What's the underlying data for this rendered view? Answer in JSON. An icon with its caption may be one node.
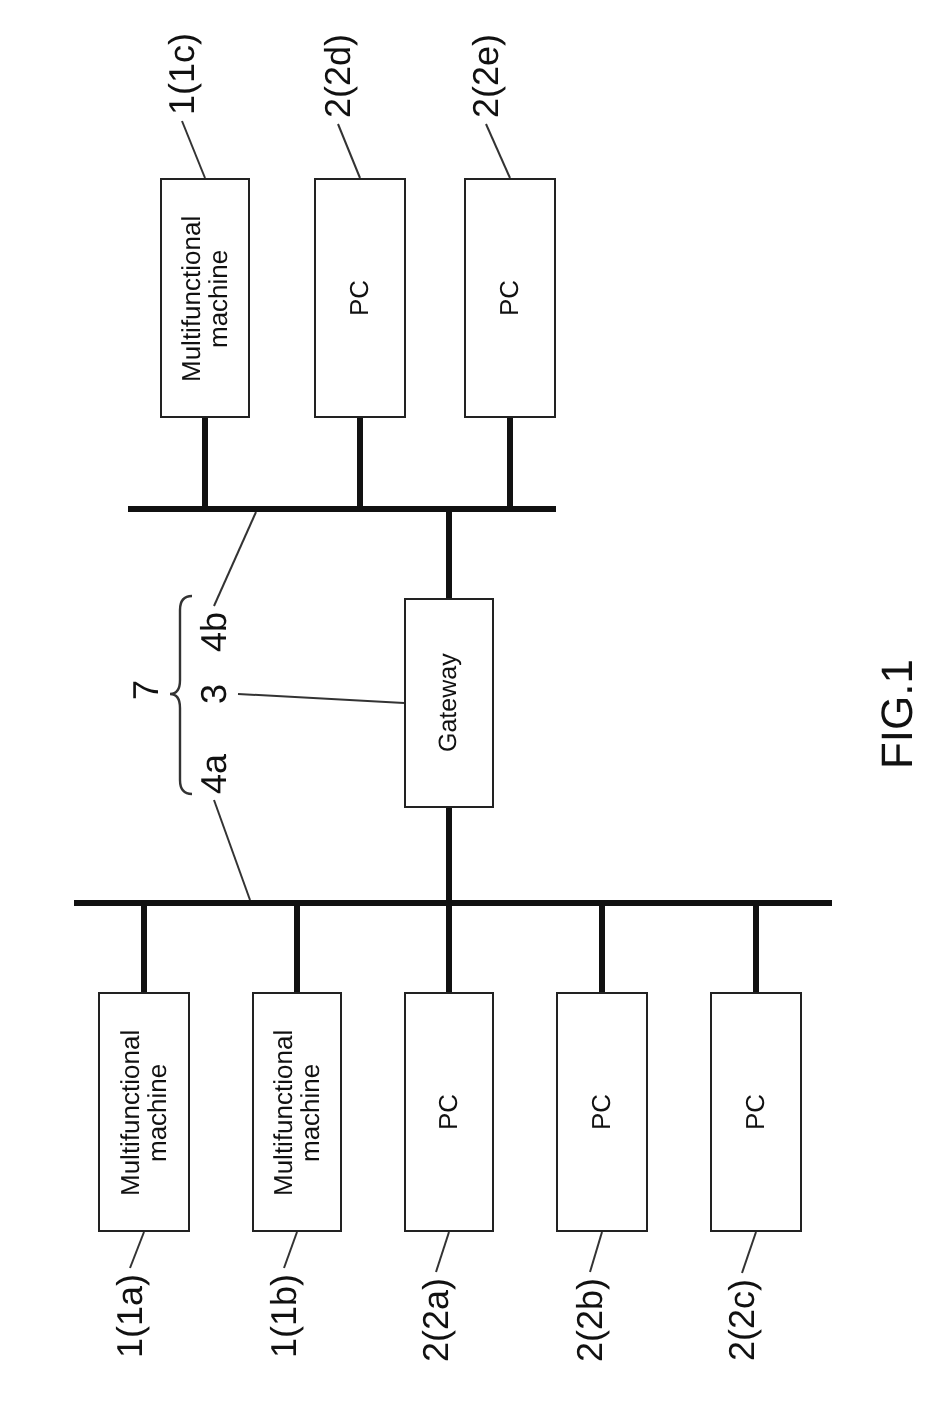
{
  "diagram": {
    "caption": "FIG.1",
    "nodes": [
      {
        "text": [
          "1(1c)"
        ]
      },
      {
        "text": [
          "2(2d)"
        ]
      },
      {
        "text": [
          "2(2e)"
        ]
      },
      {
        "text": [
          "Multifunctional machine"
        ]
      },
      {
        "text": [
          "PC"
        ]
      },
      {
        "text": [
          "PC"
        ]
      },
      {
        "text": [],
        "shape": "bar"
      },
      {
        "text": [
          "4b"
        ]
      },
      {
        "text": [
          "3"
        ]
      },
      {
        "text": [
          "4a"
        ]
      },
      {
        "text": [
          "Gateway"
        ]
      },
      {
        "text": [],
        "shape": "bar"
      },
      {
        "text": [
          "Multifunctional machine"
        ]
      },
      {
        "text": [
          "Multifunctional machine"
        ]
      },
      {
        "text": [
          "PC"
        ]
      },
      {
        "text": [
          "PC"
        ]
      },
      {
        "text": [
          "PC"
        ]
      },
      {
        "text": [
          "1(1a)"
        ]
      },
      {
        "text": [
          "1(1b)"
        ]
      },
      {
        "text": [
          "2(2a)"
        ]
      },
      {
        "text": [
          "2(2b)"
        ]
      },
      {
        "text": [
          "2(2c)"
        ]
      }
    ],
    "edges": [
      {
        "from": 0,
        "to": 3,
        "arrow": "none"
      },
      {
        "from": 1,
        "to": 4,
        "arrow": "none"
      },
      {
        "from": 2,
        "to": 5,
        "arrow": "none"
      },
      {
        "from": 3,
        "to": 6,
        "arrow": "none",
        "style": "thick"
      },
      {
        "from": 4,
        "to": 6,
        "arrow": "none",
        "style": "thick"
      },
      {
        "from": 5,
        "to": 6,
        "arrow": "none",
        "style": "thick"
      },
      {
        "from": 7,
        "to": 6,
        "arrow": "none"
      },
      {
        "from": 6,
        "to": 10,
        "arrow": "none",
        "style": "thick"
      },
      {
        "from": 8,
        "to": 10,
        "arrow": "none"
      },
      {
        "from": 10,
        "to": 11,
        "arrow": "none",
        "style": "thick"
      },
      {
        "from": 9,
        "to": 11,
        "arrow": "none"
      },
      {
        "from": 11,
        "to": 12,
        "arrow": "none",
        "style": "thick"
      },
      {
        "from": 11,
        "to": 13,
        "arrow": "none",
        "style": "thick"
      },
      {
        "from": 11,
        "to": 14,
        "arrow": "none",
        "style": "thick"
      },
      {
        "from": 11,
        "to": 15,
        "arrow": "none",
        "style": "thick"
      },
      {
        "from": 11,
        "to": 16,
        "arrow": "none",
        "style": "thick"
      },
      {
        "from": 17,
        "to": 12,
        "arrow": "none"
      },
      {
        "from": 18,
        "to": 13,
        "arrow": "none"
      },
      {
        "from": 19,
        "to": 14,
        "arrow": "none"
      },
      {
        "from": 20,
        "to": 15,
        "arrow": "none"
      },
      {
        "from": 21,
        "to": 16,
        "arrow": "none"
      }
    ],
    "labels": [
      "7"
    ]
  }
}
